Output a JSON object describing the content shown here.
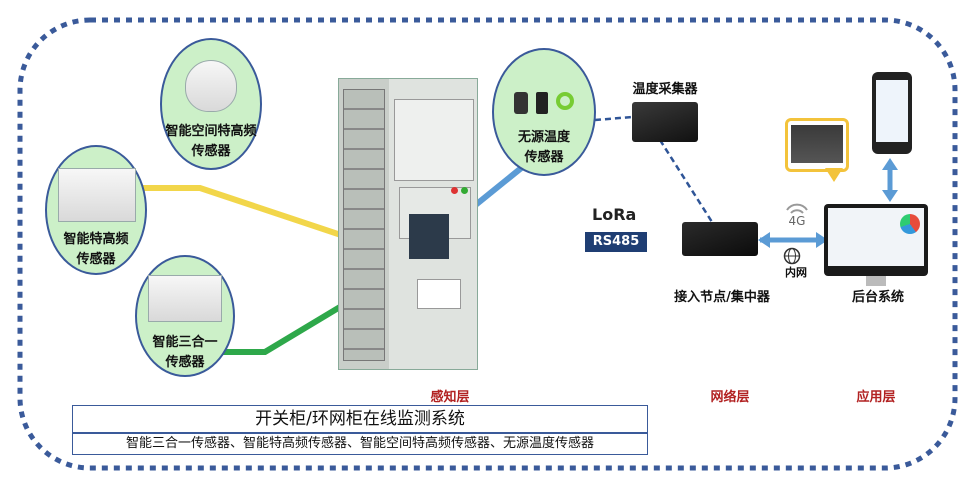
{
  "system_title": "开关柜/环网柜在线监测系统",
  "system_subtitle": "智能三合一传感器、智能特高频传感器、智能空间特高频传感器、无源温度传感器",
  "sensors": {
    "space_uhf": [
      "智能空间特高频",
      "传感器"
    ],
    "uhf": [
      "智能特高频",
      "传感器"
    ],
    "three_in_one": [
      "智能三合一",
      "传感器"
    ],
    "passive_temp": [
      "无源温度",
      "传感器"
    ]
  },
  "devices": {
    "temp_collector": "温度采集器",
    "access_node": "接入节点/集中器",
    "backend": "后台系统",
    "intranet": "内网",
    "lora": "LoRa",
    "rs485": "RS485",
    "net_4g": "4G"
  },
  "layers": {
    "perception": "感知层",
    "network": "网络层",
    "application": "应用层"
  },
  "colors": {
    "dashed_border": "#3a5a9a",
    "yellow_link": "#f2d64a",
    "green_link": "#2ea84a",
    "blue_link": "#5b9bd5",
    "layer_label": "#b22222"
  }
}
